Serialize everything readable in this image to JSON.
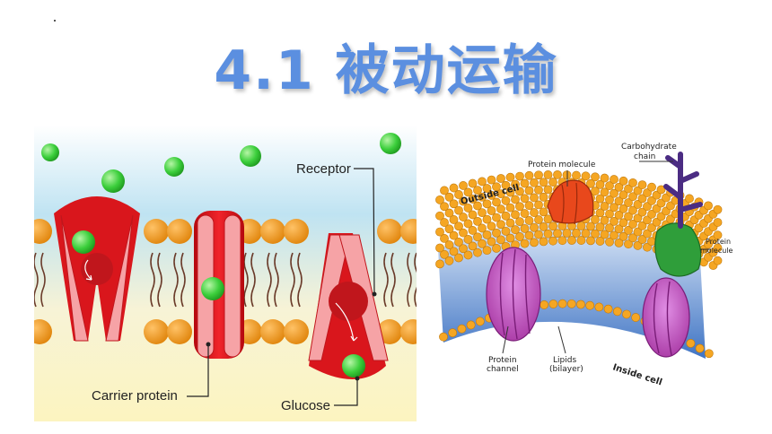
{
  "title": "4.1 被动运输",
  "left_diagram": {
    "labels": {
      "receptor": "Receptor",
      "carrier_protein": "Carrier protein",
      "glucose": "Glucose"
    },
    "colors": {
      "phospholipid_head": "#f39a1e",
      "protein_light": "#f6a3a6",
      "protein_dark": "#d9161c",
      "glucose": "#3ccf3c",
      "outside": "#bfe3f2",
      "inside": "#fcf4c0"
    }
  },
  "right_diagram": {
    "labels": {
      "outside_cell": "Outside cell",
      "protein_molecule_top": "Protein molecule",
      "carbohydrate_chain": "Carbohydrate chain",
      "protein_molecule_right": "Protein molecule",
      "protein_channel": "Protein channel",
      "lipids": "Lipids (bilayer)",
      "inside_cell": "Inside cell"
    },
    "colors": {
      "head": "#f5a623",
      "tail": "#5f8fd6",
      "channel": "#c24fc8",
      "red_protein": "#e8481c",
      "green_protein": "#2f9e3a",
      "carbohydrate": "#4b2c83"
    }
  }
}
